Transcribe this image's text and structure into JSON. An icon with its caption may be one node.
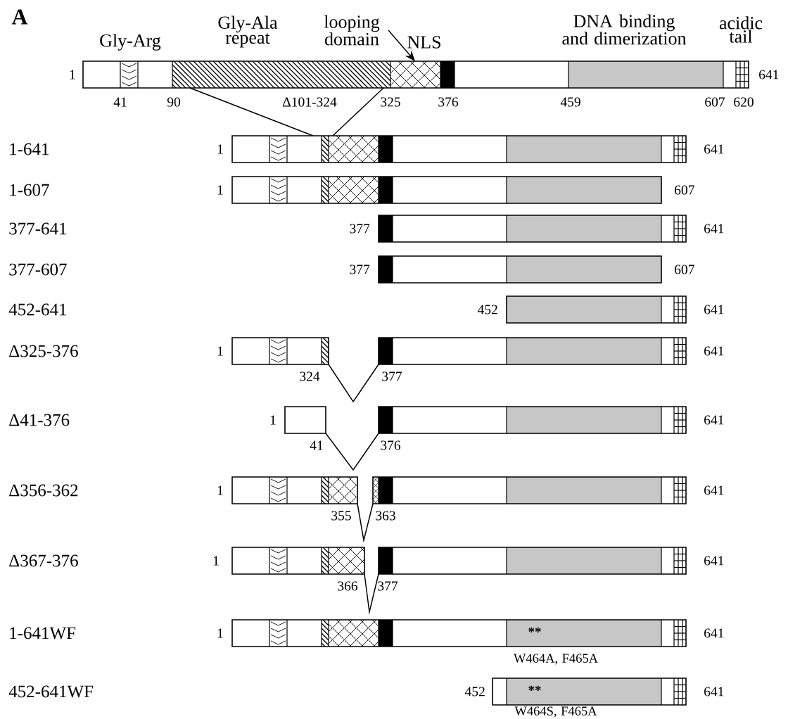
{
  "diagram": {
    "nodes": [
      {
        "text": [],
        "shape": "bar",
        "beside": [
          "1",
          "41",
          "90",
          "325",
          "376",
          "459",
          "607",
          "620",
          "641"
        ]
      },
      {
        "text": [
          "looping domain"
        ]
      },
      {
        "text": [],
        "shape": "bar",
        "beside": [
          "1",
          "641"
        ]
      },
      {
        "text": [],
        "shape": "bar",
        "beside": [
          "1",
          "607"
        ]
      },
      {
        "text": [],
        "shape": "bar",
        "beside": [
          "377",
          "641"
        ]
      },
      {
        "text": [],
        "shape": "bar",
        "beside": [
          "377",
          "607"
        ]
      },
      {
        "text": [],
        "shape": "bar",
        "beside": [
          "452",
          "641"
        ]
      },
      {
        "text": [],
        "shape": "bar",
        "beside": [
          "1",
          "324"
        ]
      },
      {
        "text": [],
        "shape": "bar",
        "beside": [
          "377",
          "641"
        ]
      },
      {
        "text": [],
        "shape": "bar",
        "beside": [
          "1",
          "41"
        ]
      },
      {
        "text": [],
        "shape": "bar",
        "beside": [
          "376",
          "641"
        ]
      },
      {
        "text": [],
        "shape": "bar",
        "beside": [
          "1",
          "355"
        ]
      },
      {
        "text": [],
        "shape": "bar",
        "beside": [
          "363",
          "641"
        ]
      },
      {
        "text": [],
        "shape": "bar",
        "beside": [
          "1",
          "366"
        ]
      },
      {
        "text": [],
        "shape": "bar",
        "beside": [
          "377",
          "641"
        ]
      },
      {
        "text": [
          "**"
        ],
        "beside": [
          "1",
          "641",
          "W464A, F465A"
        ]
      },
      {
        "text": [
          "**"
        ],
        "beside": [
          "452",
          "641",
          "W464S, F465A"
        ]
      }
    ],
    "edges": [
      {
        "from": 0,
        "to": 2,
        "arrow": "none"
      },
      {
        "from": 0,
        "to": 2,
        "arrow": "none"
      },
      {
        "from": 1,
        "to": 0,
        "arrow": "to"
      },
      {
        "from": 7,
        "to": 8,
        "arrow": "none"
      },
      {
        "from": 9,
        "to": 10,
        "arrow": "none"
      },
      {
        "from": 11,
        "to": 12,
        "arrow": "none"
      },
      {
        "from": 13,
        "to": 14,
        "arrow": "none"
      }
    ],
    "labels": [
      "A",
      "Gly-Arg",
      "Gly-Ala repeat",
      "NLS",
      "DNA binding and dimerization",
      "acidic tail",
      "Δ101-324",
      "1-641",
      "1-607",
      "377-641",
      "377-607",
      "452-641",
      "Δ325-376",
      "Δ41-376",
      "Δ356-362",
      "Δ367-376",
      "1-641WF",
      "452-641WF"
    ]
  }
}
